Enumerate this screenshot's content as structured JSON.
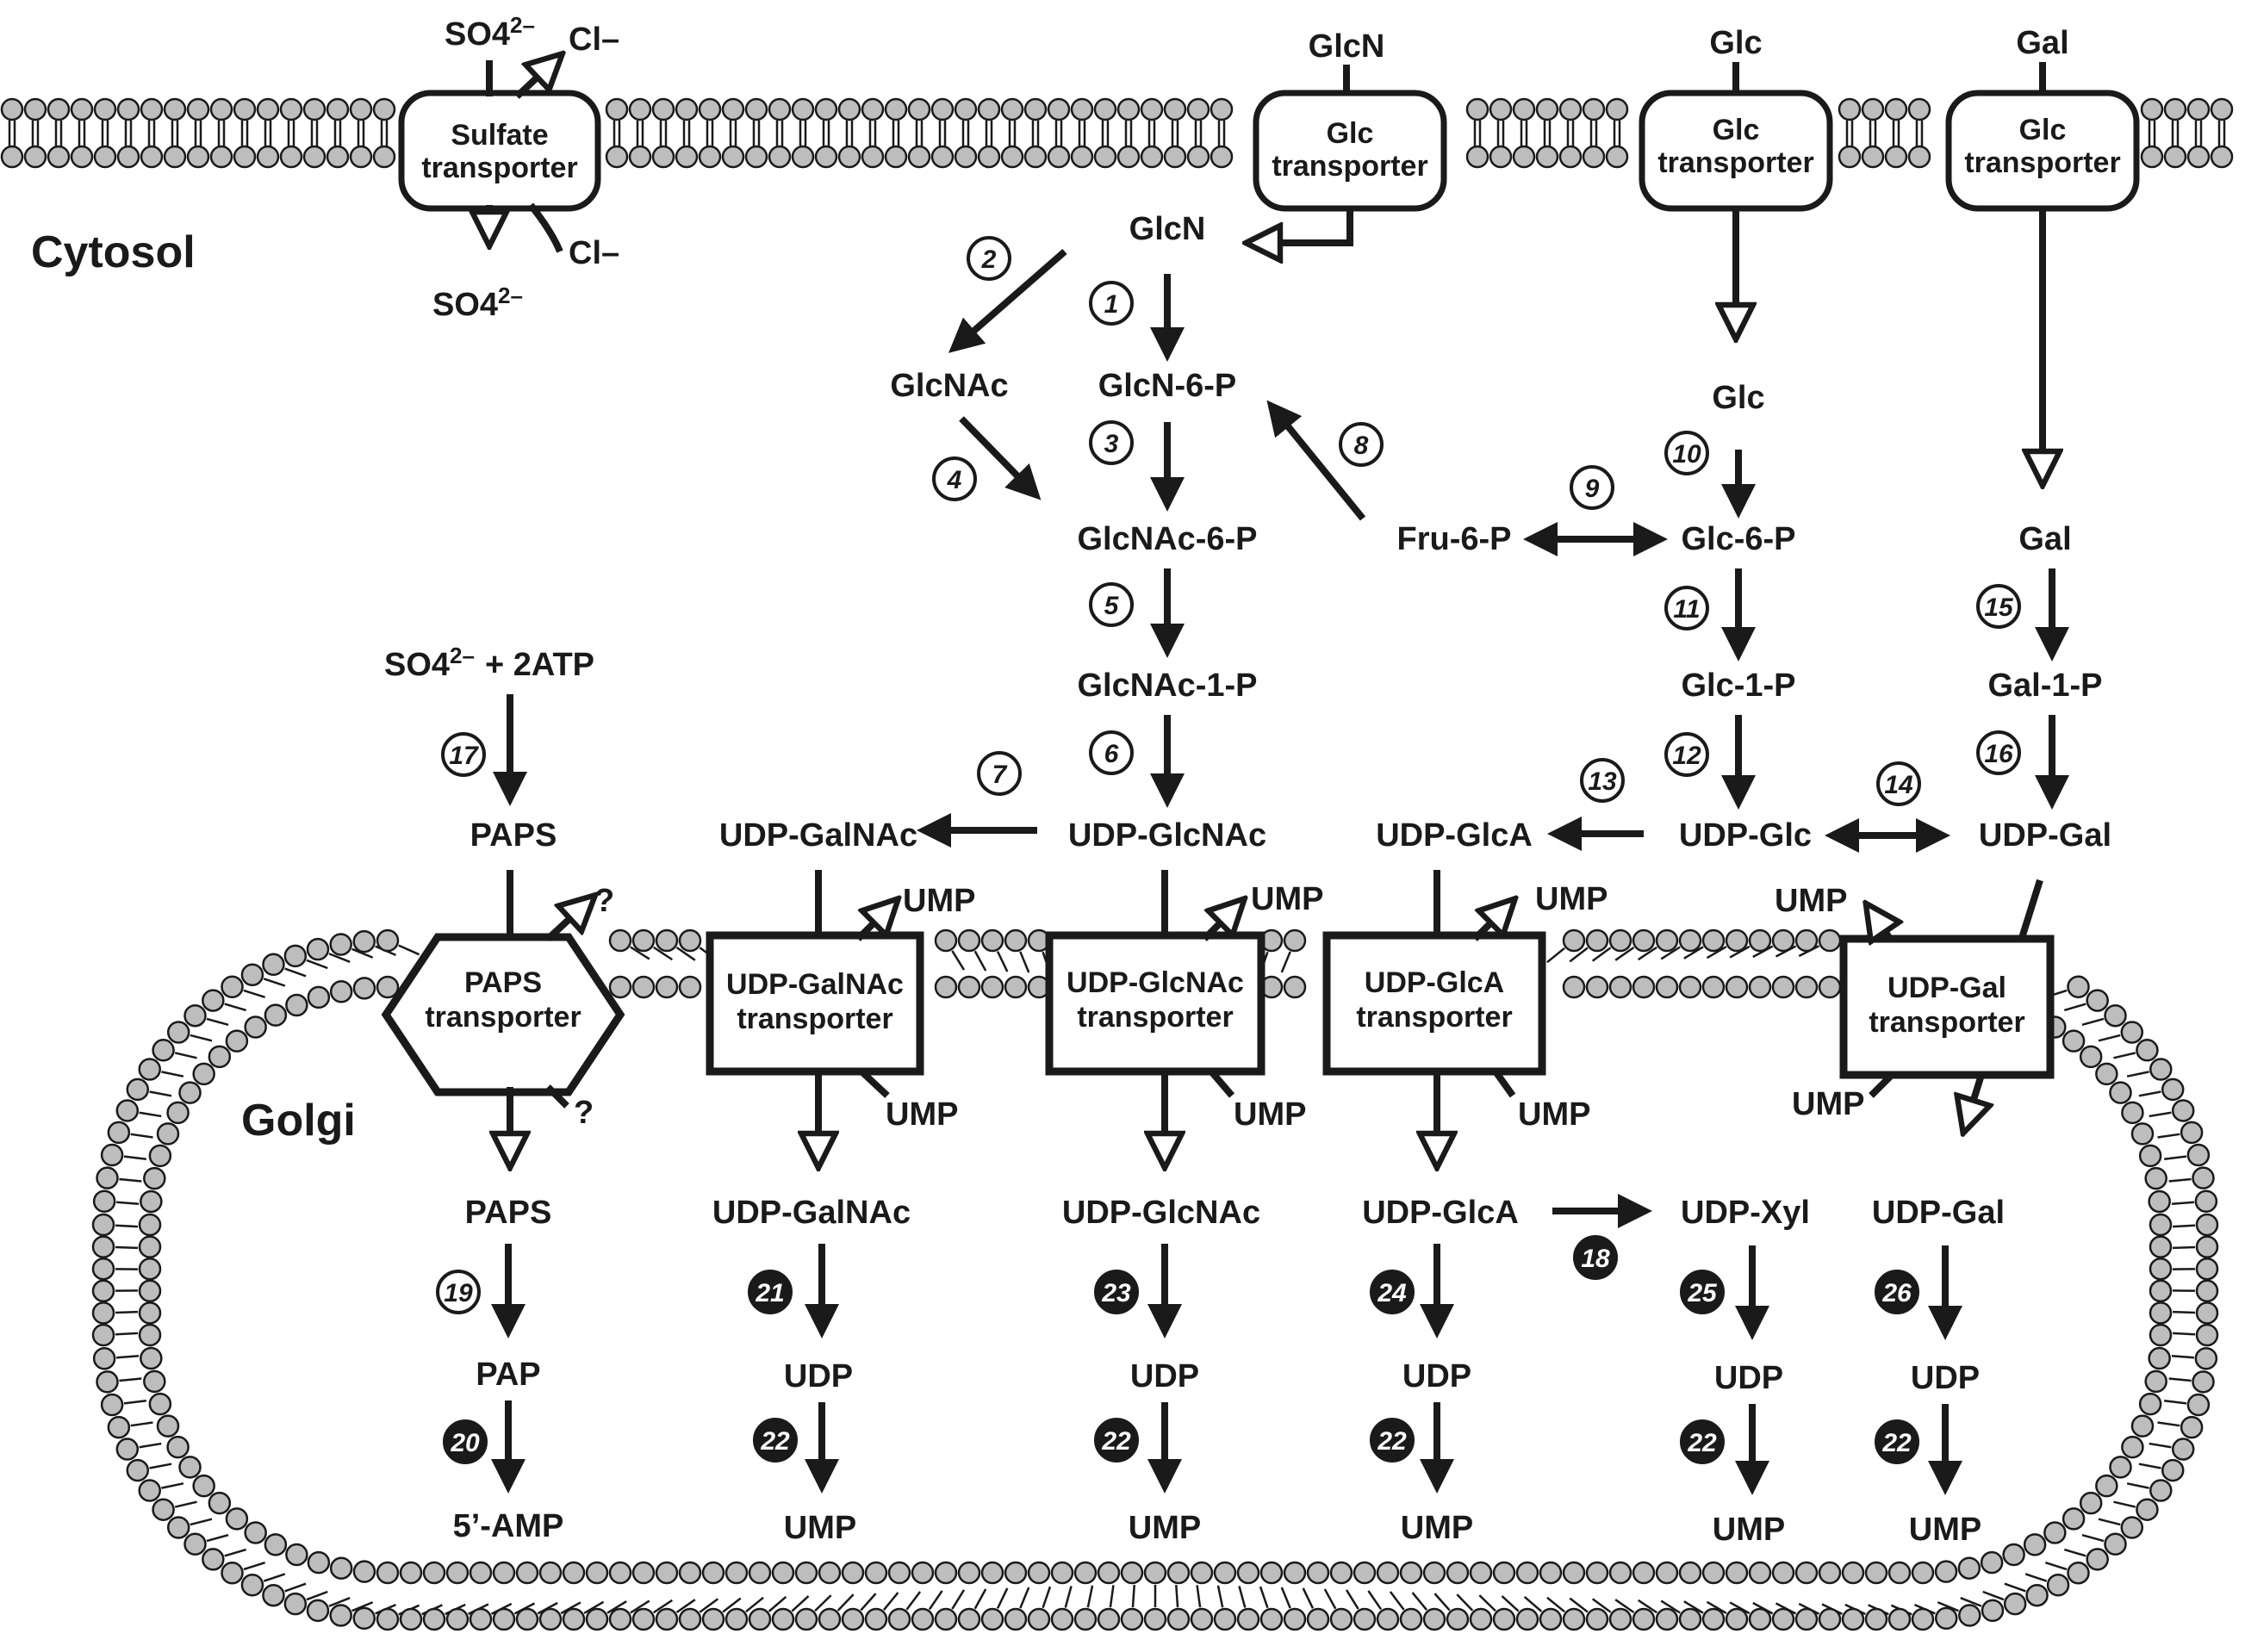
{
  "regions": {
    "cytosol": "Cytosol",
    "golgi": "Golgi"
  },
  "ions": {
    "sulfate": "SO4",
    "sulfate_charge": "2–",
    "chloride": "Cl–",
    "unknown": "?"
  },
  "transporters": {
    "sulfate": "Sulfate|transporter",
    "glc_1": "Glc|transporter",
    "glc_2": "Glc|transporter",
    "glc_3": "Glc|transporter",
    "paps": "PAPS|transporter",
    "udp_galnac": "UDP-GalNAc|transporter",
    "udp_glcnac": "UDP-GlcNAc|transporter",
    "udp_glca": "UDP-GlcA|transporter",
    "udp_gal": "UDP-Gal|transporter"
  },
  "metabolites": {
    "glcn_out": "GlcN",
    "glc_out": "Glc",
    "gal_out": "Gal",
    "glcn": "GlcN",
    "glcnac": "GlcNAc",
    "glcn_6p": "GlcN-6-P",
    "glcnac_6p": "GlcNAc-6-P",
    "glcnac_1p": "GlcNAc-1-P",
    "udp_glcnac": "UDP-GlcNAc",
    "udp_galnac": "UDP-GalNAc",
    "fru_6p": "Fru-6-P",
    "glc": "Glc",
    "glc_6p": "Glc-6-P",
    "glc_1p": "Glc-1-P",
    "udp_glc": "UDP-Glc",
    "udp_glca": "UDP-GlcA",
    "gal": "Gal",
    "gal_1p": "Gal-1-P",
    "udp_gal": "UDP-Gal",
    "atp_term": "+ 2ATP",
    "paps": "PAPS",
    "ump": "UMP",
    "paps_in": "PAPS",
    "pap": "PAP",
    "amp": "5’-AMP",
    "udp_galnac_in": "UDP-GalNAc",
    "udp_glcnac_in": "UDP-GlcNAc",
    "udp_glca_in": "UDP-GlcA",
    "udp_xyl": "UDP-Xyl",
    "udp_gal_in": "UDP-Gal",
    "udp": "UDP"
  },
  "steps": [
    "1",
    "2",
    "3",
    "4",
    "5",
    "6",
    "7",
    "8",
    "9",
    "10",
    "11",
    "12",
    "13",
    "14",
    "15",
    "16",
    "17",
    "18",
    "19",
    "20",
    "21",
    "22",
    "23",
    "24",
    "25",
    "26"
  ],
  "colors": {
    "ink": "#1a1a1a",
    "lipid_head": "#bdbdbd",
    "membrane_bg": "#ffffff"
  }
}
